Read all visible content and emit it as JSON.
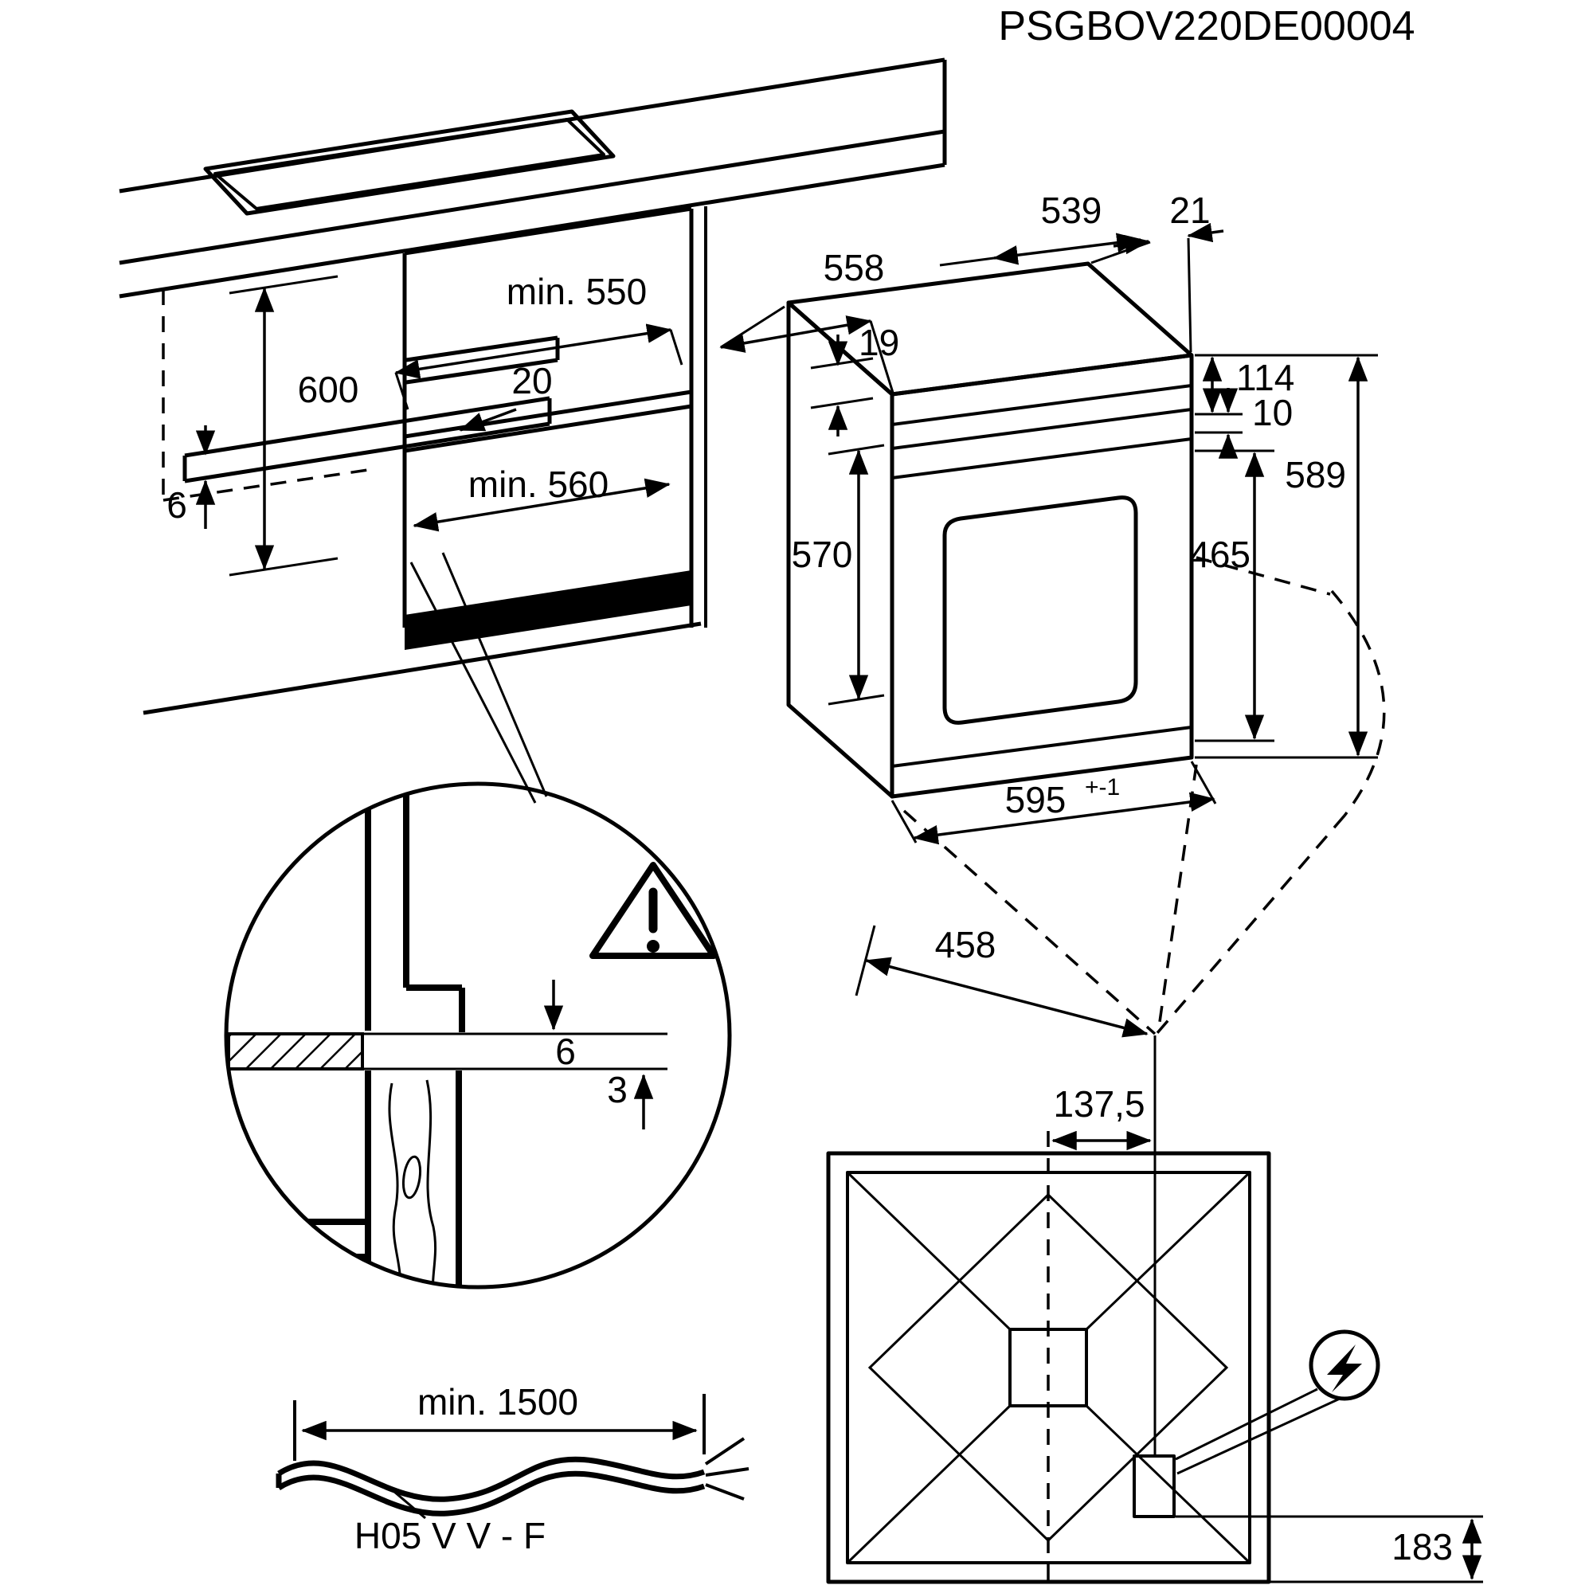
{
  "title": "PSGBOV220DE00004",
  "colors": {
    "line": "#000000",
    "background": "#ffffff"
  },
  "cabinet": {
    "niche_height": "600",
    "rail_thickness": "6",
    "niche_width_min": "min. 550",
    "rail_setback": "20",
    "niche_depth_min": "min. 560"
  },
  "oven": {
    "depth": "558",
    "top_width": "539",
    "rear_gap": "21",
    "top_thickness": "19",
    "panel_height": "114",
    "gap": "10",
    "height_total": "589",
    "body_height": "570",
    "door_height": "465",
    "front_width": "595",
    "front_width_tolerance": "+-1",
    "front_clearance": "458"
  },
  "detail": {
    "gap_above": "6",
    "gap_below": "3"
  },
  "cable": {
    "min_length": "min. 1500",
    "cable_type": "H05 V V - F"
  },
  "rear_view": {
    "connection_offset_x": "137,5",
    "connection_offset_y": "183"
  },
  "icons": {
    "warning": "warning-triangle",
    "power": "lightning-bolt"
  }
}
